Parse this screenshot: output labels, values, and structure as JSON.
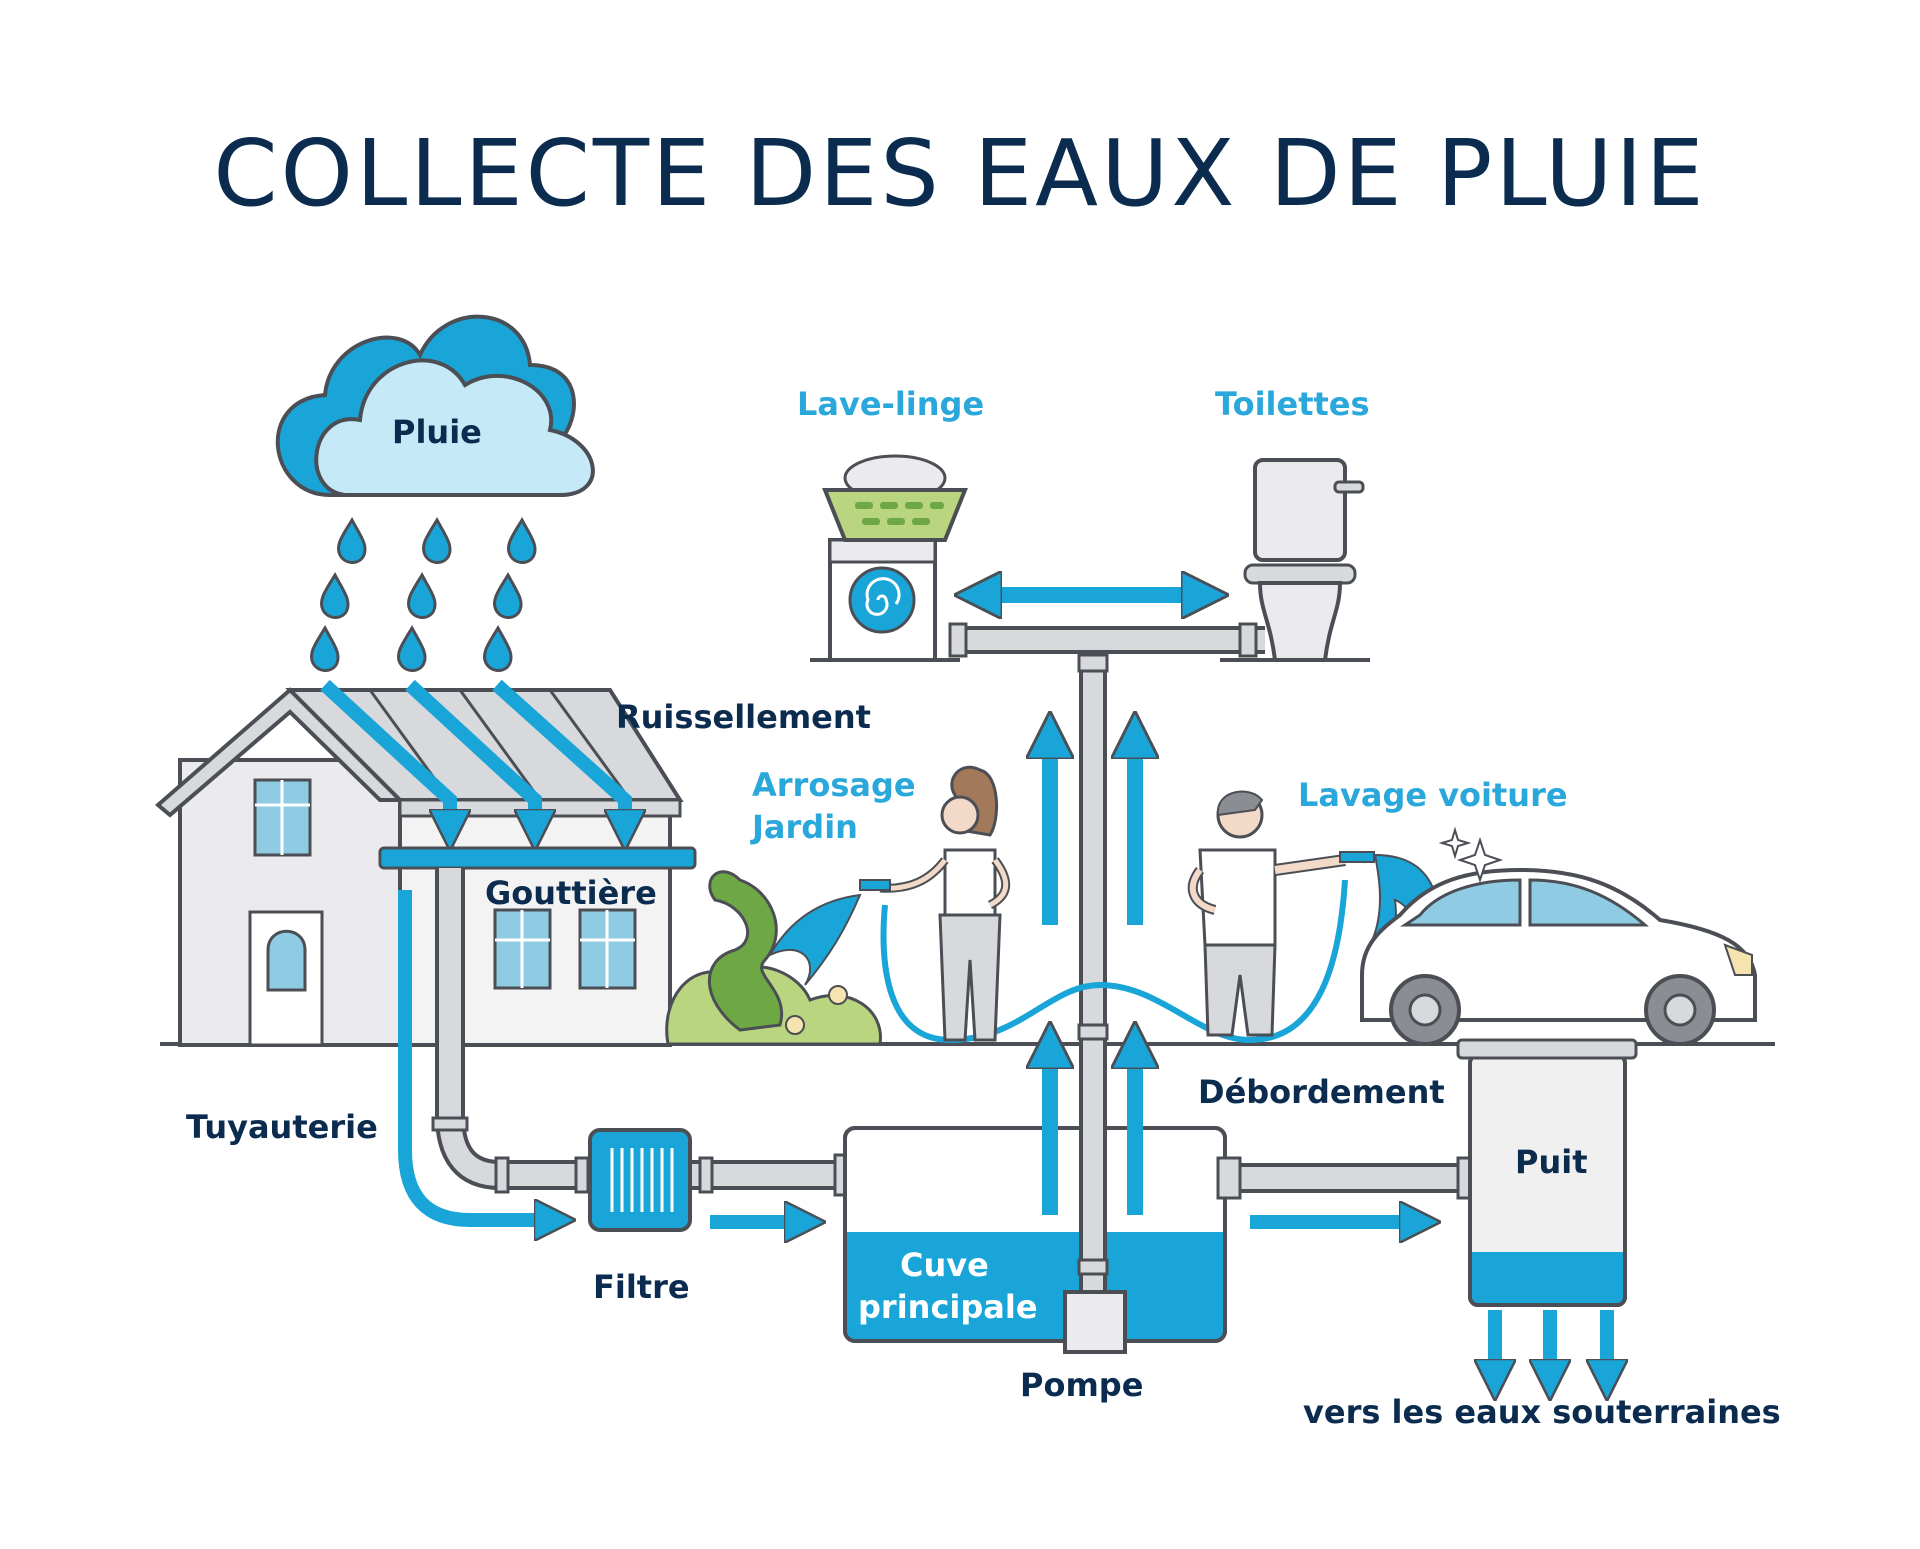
{
  "title": "COLLECTE DES EAUX DE PLUIE",
  "labels": {
    "pluie": "Pluie",
    "lave_linge": "Lave-linge",
    "toilettes": "Toilettes",
    "ruissellement": "Ruissellement",
    "arrosage_1": "Arrosage",
    "arrosage_2": "Jardin",
    "lavage_voiture": "Lavage voiture",
    "gouttiere": "Gouttière",
    "tuyauterie": "Tuyauterie",
    "debordement": "Débordement",
    "puit": "Puit",
    "filtre": "Filtre",
    "cuve_1": "Cuve",
    "cuve_2": "principale",
    "pompe": "Pompe",
    "eaux_souterraines": "vers les eaux souterraines"
  },
  "colors": {
    "water_blue": "#1aa5d8",
    "light_blue": "#c5e9f7",
    "navy": "#0b2c4e",
    "outline": "#4b4f55",
    "pipe_grey": "#d7d9dc",
    "house_grey": "#ebebed",
    "plant_green": "#6ea845",
    "light_green": "#b9d57f"
  },
  "icons": [
    "cloud-icon",
    "raindrop-icon",
    "house-icon",
    "washing-machine-icon",
    "laundry-basket-icon",
    "toilet-icon",
    "woman-gardener-icon",
    "man-hose-icon",
    "car-icon",
    "filter-icon",
    "tank-icon",
    "pump-icon",
    "well-icon",
    "arrow-icon"
  ]
}
